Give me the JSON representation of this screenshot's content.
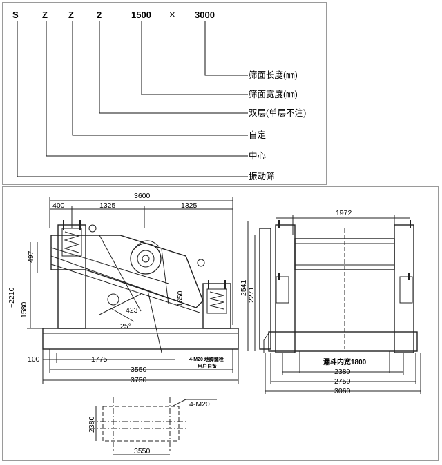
{
  "model_code": {
    "parts": [
      "S",
      "Z",
      "Z",
      "2",
      "1500",
      "×",
      "3000"
    ],
    "labels": [
      "筛面长度(㎜)",
      "筛面宽度(㎜)",
      "双层(单层不注)",
      "自定",
      "中心",
      "振动筛"
    ]
  },
  "side_view": {
    "top_total": "3600",
    "top_segments": [
      "400",
      "1325",
      "1325"
    ],
    "left_dims": [
      "497",
      "~2210",
      "1580"
    ],
    "inner": [
      "423",
      "~1650",
      "25°"
    ],
    "bottom_segments": [
      "100",
      "1775"
    ],
    "bottom_totals": [
      "3550",
      "3750"
    ],
    "anchor_note_1": "4-M20 地脚螺栓",
    "anchor_note_2": "用户自备"
  },
  "end_view": {
    "top_width": "1972",
    "left_dims": [
      "2541",
      "2271"
    ],
    "hopper_note": "漏斗内宽1800",
    "bottom_totals": [
      "2380",
      "2750",
      "3060"
    ]
  },
  "foundation_plan": {
    "bolt_label": "4-M20",
    "height_dim": "2380",
    "width_dim": "3550"
  }
}
